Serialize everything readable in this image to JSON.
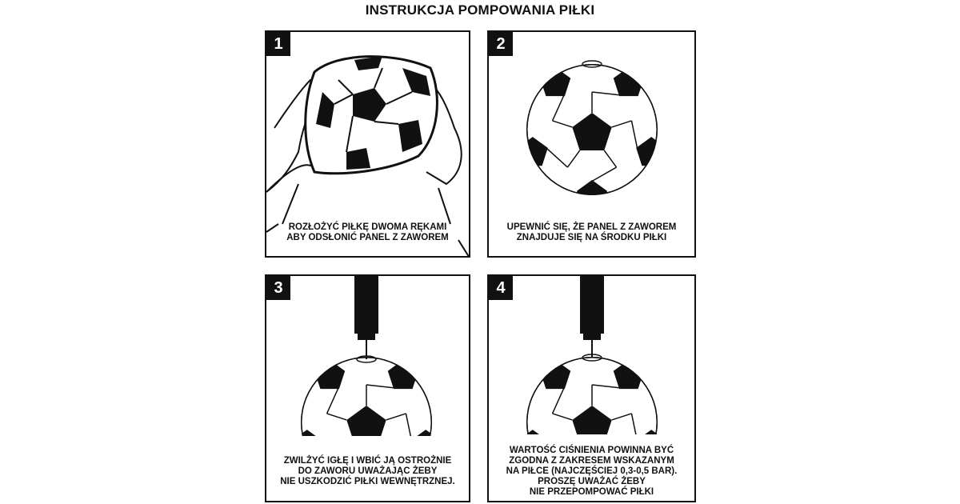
{
  "title": "INSTRUKCJA POMPOWANIA PIŁKI",
  "steps": [
    {
      "number": "1",
      "lines": [
        "ROZŁOŻYĆ PIŁKĘ DWOMA RĘKAMI",
        "ABY ODSŁONIĆ PANEL Z ZAWOREM"
      ]
    },
    {
      "number": "2",
      "lines": [
        "UPEWNIĆ SIĘ, ŻE PANEL Z ZAWOREM",
        "ZNAJDUJE SIĘ NA ŚRODKU PIŁKI"
      ]
    },
    {
      "number": "3",
      "lines": [
        "ZWILŻYĆ IGŁĘ I WBIĆ JĄ OSTROŻNIE",
        "DO ZAWORU UWAŻAJĄC ŻEBY",
        "NIE USZKODZIĆ PIŁKI WEWNĘTRZNEJ."
      ]
    },
    {
      "number": "4",
      "lines": [
        "WARTOŚĆ CIŚNIENIA POWINNA BYĆ",
        "ZGODNA Z ZAKRESEM WSKAZANYM",
        "NA PIŁCE (NAJCZĘŚCIEJ 0,3-0,5 BAR).",
        "PROSZĘ UWAŻAĆ ŻEBY",
        "NIE PRZEPOMPOWAĆ PIŁKI"
      ]
    }
  ],
  "colors": {
    "ink": "#111111",
    "paper": "#ffffff"
  }
}
